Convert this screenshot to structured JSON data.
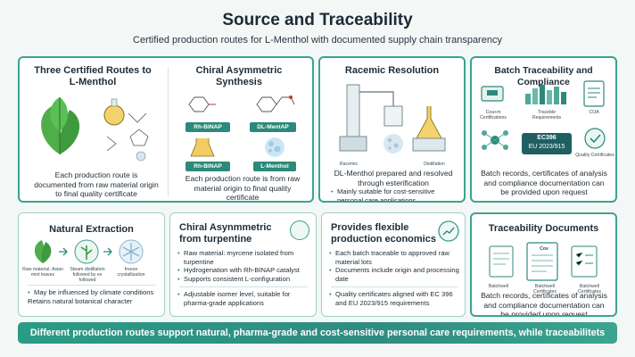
{
  "header": {
    "title": "Source and Traceability",
    "subtitle": "Certified production routes for L-Menthol with documented supply chain transparency"
  },
  "top_left": {
    "routes_title": "Three Certified Routes to L-Menthol",
    "chiral_title": "Chiral Asymmetric Synthesis",
    "pill_rh_binap_1": "Rh-BINAP",
    "pill_dl_mentap": "DL-MentAP",
    "pill_rh_binap_2": "Rh-BINAP",
    "pill_l_menthol": "L-Menthol",
    "body": "Each production route is documented from raw material origin to final quality certificate",
    "body_right": "Each production route is from raw material origin to final quality certificate"
  },
  "racemic": {
    "title": "Racemic Resolution",
    "label_left": "Racemic",
    "label_right": "Distillation",
    "body": "DL-Menthol prepared and resolved through esterification",
    "bullet": "Mainly suitable for cost-sensitive personal care applications"
  },
  "batch": {
    "title": "Batch Traceability and Compliance",
    "cap_1": "Coa+m Certifications",
    "cap_2": "Traceble Requirements",
    "cap_3": "COA",
    "badge_1": "EC396",
    "badge_2": "EU 2023/915",
    "cap_4": "Quality Certificates",
    "body": "Batch records, certificates of analysis and compliance documentation can be provided upon request"
  },
  "natural": {
    "title": "Natural Extraction",
    "step_1": "Raw material: Asian mint leaves",
    "step_2": "Steam distillation followed by ex followed",
    "step_3": "freeze crystallization",
    "bullets": [
      "May be influenced by climate conditions",
      "Retains natural botanical character"
    ]
  },
  "turpentine": {
    "title": "Chiral Asynmmetric from turpentine",
    "bullets": [
      "Raw material: myrcene isolated from turpentine",
      "Hydrogenation with Rh-BINAP catalyst",
      "Supports consistent L-configuration"
    ],
    "bullets_2": [
      "Adjustable isomer level, suitable for pharma-grade applications"
    ]
  },
  "economics": {
    "title": "Provides flexible production economics",
    "bullets": [
      "Each batch traceable to approved raw material lots",
      "Documents include origin and processing date"
    ],
    "bullets_2": [
      "Quality certificates aligned with EC 396 and EU 2023/915 requirements"
    ]
  },
  "documents": {
    "title": "Traceability Documents",
    "doc_1": "Cov",
    "cap_1": "Batchwell",
    "cap_2": "Batchwell Certificates",
    "cap_3": "Batchwell Certificates",
    "body": "Batch records, certificates of analysis and compliance documentation can be provided upon request"
  },
  "footer": {
    "banner": "Different production routes support natural, pharma-grade and cost-sensitive personal care requirements, while traceabilitets"
  },
  "colors": {
    "accent": "#2b8a7a",
    "border": "#9fd1c7",
    "banner": "#2b9b86"
  }
}
